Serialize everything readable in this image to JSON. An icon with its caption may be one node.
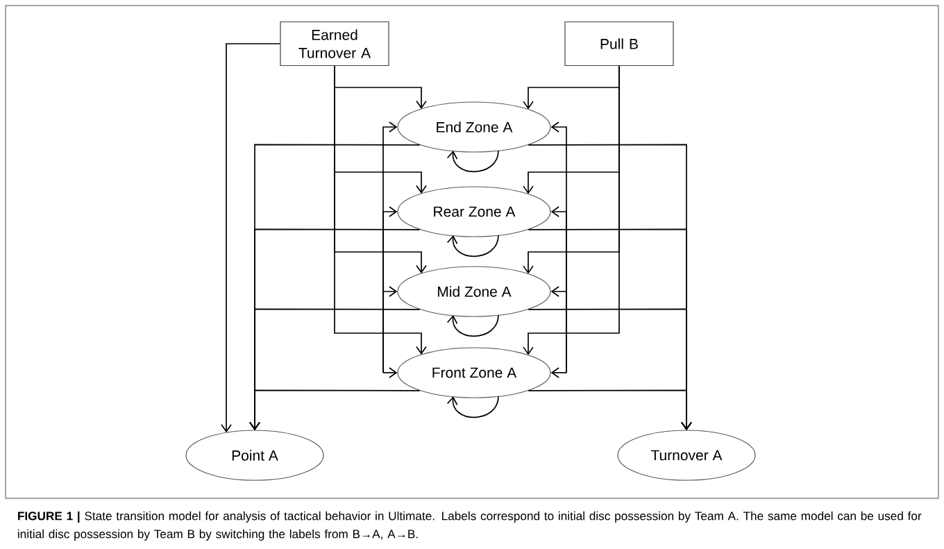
{
  "diagram": {
    "caption": "**FIGURE 1 |** State transition model for analysis of tactical behavior in Ultimate. Labels correspond to initial disc possession by Team A. The same model can be used for initial disc possession by Team B by switching the labels from B→A, A→B.",
    "nodes": [
      {
        "text": [
          "Earned Turnover A"
        ]
      },
      {
        "text": [
          "Pull B"
        ]
      },
      {
        "text": [
          "End Zone A"
        ]
      },
      {
        "text": [
          "Rear Zone A"
        ]
      },
      {
        "text": [
          "Mid Zone A"
        ]
      },
      {
        "text": [
          "Front Zone A"
        ]
      },
      {
        "text": [
          "Point A"
        ]
      },
      {
        "text": [
          "Turnover A"
        ]
      }
    ],
    "edges": [
      {
        "from": 0,
        "to": 2,
        "arrow": "to"
      },
      {
        "from": 0,
        "to": 3,
        "arrow": "to"
      },
      {
        "from": 0,
        "to": 4,
        "arrow": "to"
      },
      {
        "from": 0,
        "to": 5,
        "arrow": "to"
      },
      {
        "from": 0,
        "to": 6,
        "arrow": "to"
      },
      {
        "from": 1,
        "to": 2,
        "arrow": "to"
      },
      {
        "from": 1,
        "to": 3,
        "arrow": "to"
      },
      {
        "from": 1,
        "to": 4,
        "arrow": "to"
      },
      {
        "from": 1,
        "to": 5,
        "arrow": "to"
      },
      {
        "from": null,
        "to": 2,
        "arrow": "to"
      },
      {
        "from": null,
        "to": 3,
        "arrow": "to"
      },
      {
        "from": null,
        "to": 4,
        "arrow": "to"
      },
      {
        "from": null,
        "to": 5,
        "arrow": "to"
      },
      {
        "from": null,
        "to": 2,
        "arrow": "to"
      },
      {
        "from": null,
        "to": 3,
        "arrow": "to"
      },
      {
        "from": null,
        "to": 4,
        "arrow": "to"
      },
      {
        "from": null,
        "to": 5,
        "arrow": "to"
      },
      {
        "from": 2,
        "to": 6,
        "arrow": "to"
      },
      {
        "from": 3,
        "to": 6,
        "arrow": "to"
      },
      {
        "from": 4,
        "to": 6,
        "arrow": "to"
      },
      {
        "from": 5,
        "to": 6,
        "arrow": "to"
      },
      {
        "from": 2,
        "to": 7,
        "arrow": "to"
      },
      {
        "from": 3,
        "to": 7,
        "arrow": "to"
      },
      {
        "from": 4,
        "to": 7,
        "arrow": "to"
      },
      {
        "from": 5,
        "to": 7,
        "arrow": "to"
      },
      {
        "from": 2,
        "to": 2,
        "arrow": "to"
      },
      {
        "from": 3,
        "to": 3,
        "arrow": "to"
      },
      {
        "from": 4,
        "to": 4,
        "arrow": "to"
      },
      {
        "from": 5,
        "to": 5,
        "arrow": "to"
      }
    ]
  }
}
